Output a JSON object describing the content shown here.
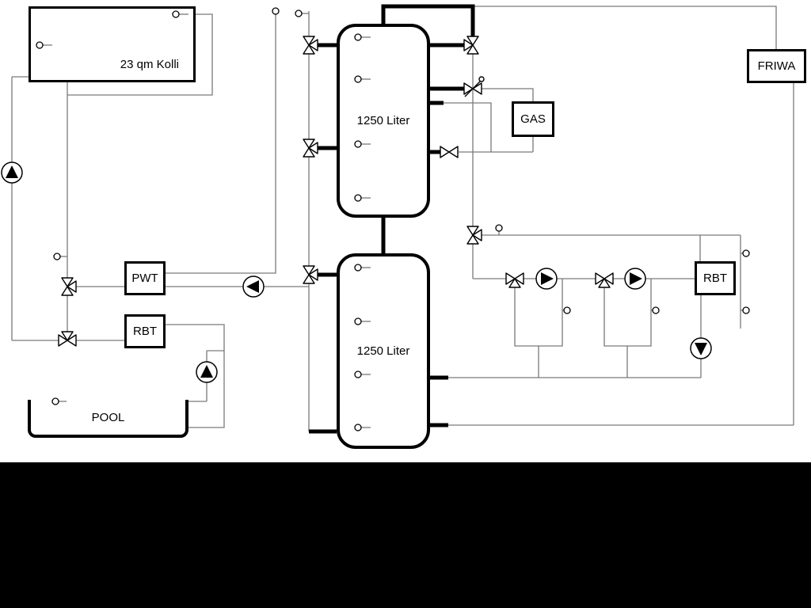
{
  "components": {
    "collector": {
      "label": "23 qm Kolli"
    },
    "tank_top": {
      "label": "1250 Liter"
    },
    "tank_bottom": {
      "label": "1250 Liter"
    },
    "pwt": {
      "label": "PWT"
    },
    "rbt_left": {
      "label": "RBT"
    },
    "gas": {
      "label": "GAS"
    },
    "friwa": {
      "label": "FRIWA"
    },
    "rbt_right": {
      "label": "RBT"
    },
    "pool": {
      "label": "POOL"
    }
  },
  "symbols": {
    "pumps": [
      {
        "name": "solar-pump",
        "direction": "up"
      },
      {
        "name": "pool-pump",
        "direction": "up"
      },
      {
        "name": "buffer-charge-pump",
        "direction": "left"
      },
      {
        "name": "heating-circuit-1-pump",
        "direction": "right"
      },
      {
        "name": "heating-circuit-2-pump",
        "direction": "right"
      },
      {
        "name": "rbt-return-pump",
        "direction": "down"
      }
    ],
    "valve_count": 11,
    "sensor_count": 19
  },
  "colors": {
    "pipe_thick": "#000000",
    "pipe_thin": "#7a7a7a",
    "background": "#ffffff",
    "footer_bar": "#000000"
  }
}
